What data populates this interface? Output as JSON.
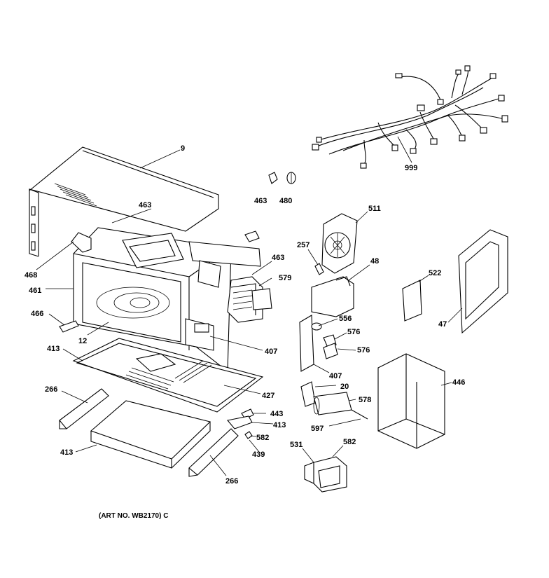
{
  "art_number": "(ART NO. WB2170) C",
  "labels": {
    "p999": "999",
    "p9": "9",
    "p463a": "463",
    "p480": "480",
    "p463b": "463",
    "p511": "511",
    "p463c": "463",
    "p468a": "468",
    "p461": "461",
    "p257": "257",
    "p48": "48",
    "p579": "579",
    "p522": "522",
    "p466": "466",
    "p12": "12",
    "p556": "556",
    "p576a": "576",
    "p576b": "576",
    "p47": "47",
    "p413a": "413",
    "p407a": "407",
    "p407b": "407",
    "p266a": "266",
    "p427": "427",
    "p20": "20",
    "p446": "446",
    "p578": "578",
    "p443": "443",
    "p413b": "413",
    "p597": "597",
    "p582a": "582",
    "p413c": "413",
    "p439": "439",
    "p531": "531",
    "p582b": "582",
    "p266b": "266"
  }
}
